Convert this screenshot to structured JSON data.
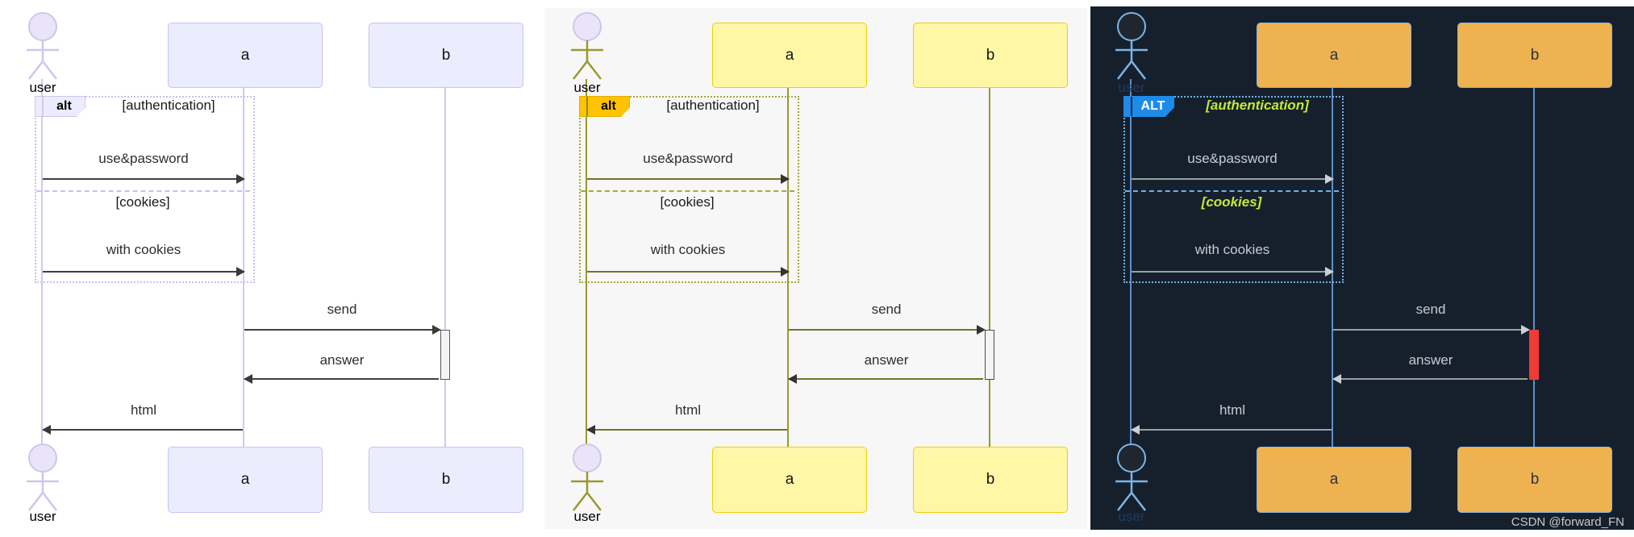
{
  "watermark": {
    "text": "CSDN @forward_FN",
    "color": "#c9c9c9"
  },
  "diagram": {
    "actor_label": "user",
    "participants": {
      "a": "a",
      "b": "b"
    },
    "alt_fragment": {
      "condition_authentication": "[authentication]",
      "condition_cookies": "[cookies]"
    },
    "messages": {
      "use_password": "use&password",
      "with_cookies": "with cookies",
      "send": "send",
      "answer": "answer",
      "html": "html"
    }
  },
  "panels": [
    {
      "theme": "default",
      "alt_label": "alt",
      "colors": {
        "bg": "#ffffff",
        "actor_line": "#cfc5ec",
        "actor_head_fill": "#eae4f8",
        "actor_head_stroke": "#cfc5ec",
        "actor_label": "#000000",
        "box_fill": "#ececff",
        "box_border": "#c8c2ee",
        "box_text": "#151515",
        "lifeline": "#d2c9ee",
        "frame_border": "#c9bdf2",
        "tab_fill": "#ececff",
        "tab_border": "#cfc5ec",
        "tab_text": "#000000",
        "tab_notch": "#d2c9ee",
        "condition_text": "#1a1a1a",
        "message_text": "#2e2e2e",
        "arrow_line": "#3f3f3f",
        "arrow_head": "#3a3a3a",
        "activation_fill": "#f4f4f4",
        "activation_border": "#5a5a5a",
        "watermark": "#c9c9c9"
      }
    },
    {
      "theme": "neutral",
      "alt_label": "alt",
      "colors": {
        "bg": "#f7f7f8",
        "actor_line": "#99992e",
        "actor_head_fill": "#eae4f8",
        "actor_head_stroke": "#cfc5ec",
        "actor_label": "#000000",
        "box_fill": "#fff6a6",
        "box_border": "#edd100",
        "box_text": "#151515",
        "lifeline": "#99992e",
        "frame_border": "#a8a833",
        "tab_fill": "#ffc300",
        "tab_border": "#e0ac00",
        "tab_text": "#000000",
        "tab_notch": "#8a8a2a",
        "condition_text": "#1a1a1a",
        "message_text": "#2e2e2e",
        "arrow_line": "#73732a",
        "arrow_head": "#333333",
        "activation_fill": "#f4f4f4",
        "activation_border": "#4d4d4d",
        "watermark": "#c9c9c9"
      }
    },
    {
      "theme": "dark",
      "alt_label": "ALT",
      "colors": {
        "bg": "#16202d",
        "actor_line": "#7cb5e5",
        "actor_head_fill": "#20262e",
        "actor_head_stroke": "#7cb5e5",
        "actor_label": "#1d3d5c",
        "box_fill": "#efb251",
        "box_border": "#8fb4d8",
        "box_text": "#2c3240",
        "lifeline": "#5d8fc7",
        "frame_border": "#72b1e2",
        "tab_fill": "#1e8be8",
        "tab_border": "#1e8be8",
        "tab_text": "#ffffff",
        "tab_notch": "#16202d",
        "condition_text": "#c3e83a",
        "message_text": "#c7cbd1",
        "arrow_line": "#9aa0a4",
        "arrow_head": "#cdd0d3",
        "activation_fill": "#f03a36",
        "activation_border": "#f03a36",
        "watermark": "#c9c9c9"
      }
    }
  ]
}
